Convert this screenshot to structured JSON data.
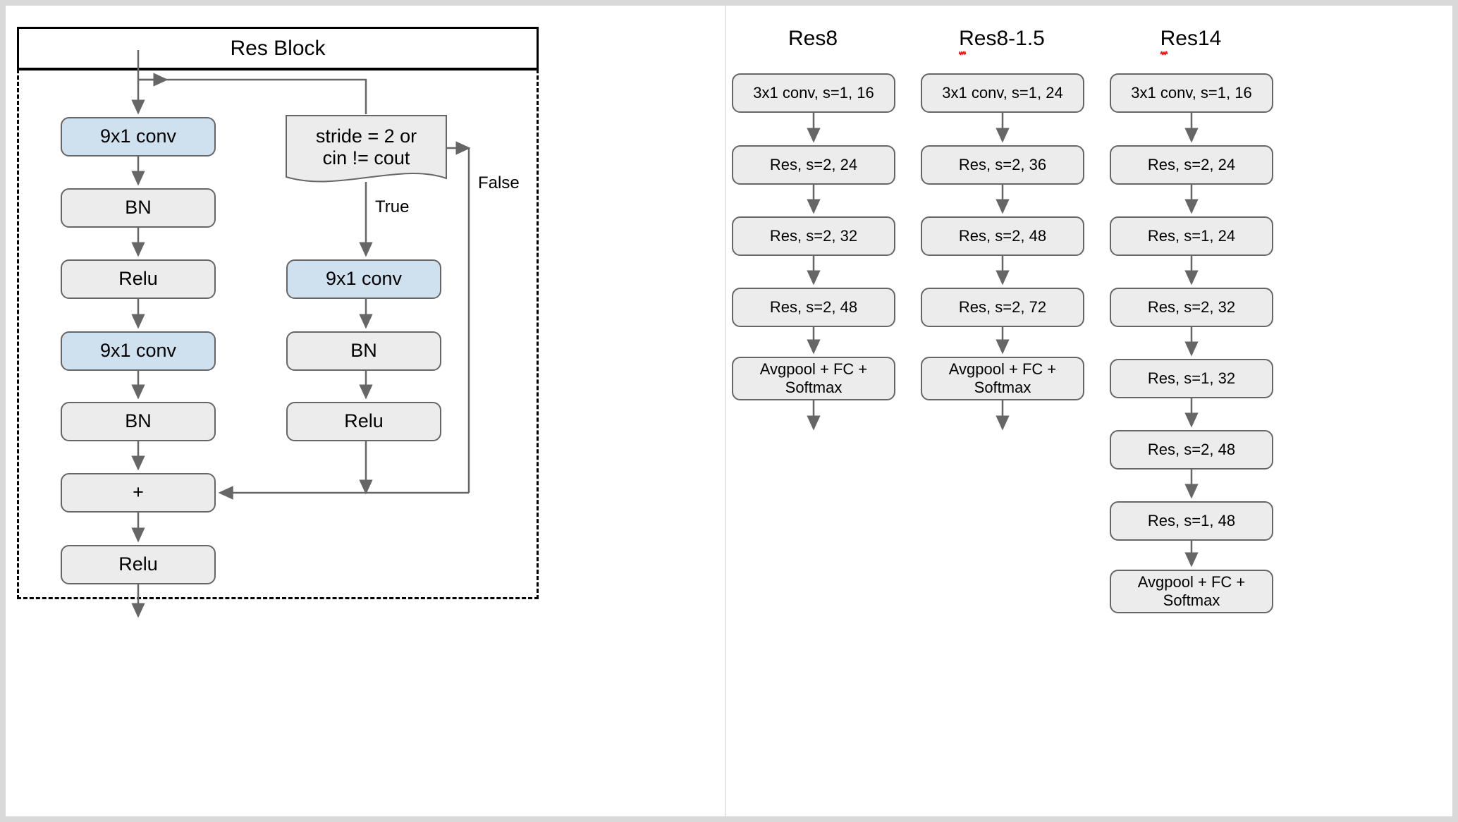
{
  "diagram": {
    "res_block": {
      "title": "Res Block",
      "left_path": [
        {
          "label": "9x1 conv",
          "style": "blue"
        },
        {
          "label": "BN",
          "style": "gray"
        },
        {
          "label": "Relu",
          "style": "gray"
        },
        {
          "label": "9x1 conv",
          "style": "blue"
        },
        {
          "label": "BN",
          "style": "gray"
        },
        {
          "label": "+",
          "style": "gray"
        },
        {
          "label": "Relu",
          "style": "gray"
        }
      ],
      "decision": {
        "line1": "stride = 2 or",
        "line2": "cin != cout"
      },
      "branch_labels": {
        "true": "True",
        "false": "False"
      },
      "right_path": [
        {
          "label": "9x1 conv",
          "style": "blue"
        },
        {
          "label": "BN",
          "style": "gray"
        },
        {
          "label": "Relu",
          "style": "gray"
        }
      ]
    },
    "columns": [
      {
        "title": "Res8",
        "spellcheck": false,
        "stages": [
          "3x1 conv, s=1, 16",
          "Res, s=2, 24",
          "Res, s=2, 32",
          "Res, s=2, 48",
          "Avgpool + FC +\nSoftmax"
        ]
      },
      {
        "title": "Res8-1.5",
        "spellcheck": true,
        "stages": [
          "3x1 conv, s=1, 24",
          "Res, s=2, 36",
          "Res, s=2, 48",
          "Res, s=2, 72",
          "Avgpool + FC +\nSoftmax"
        ]
      },
      {
        "title": "Res14",
        "spellcheck": true,
        "stages": [
          "3x1 conv, s=1, 16",
          "Res, s=2, 24",
          "Res, s=1, 24",
          "Res, s=2, 32",
          "Res, s=1, 32",
          "Res, s=2, 48",
          "Res, s=1, 48",
          "Avgpool + FC +\nSoftmax"
        ]
      }
    ],
    "colors": {
      "conv_highlight": "#cfe0ef",
      "node_fill": "#ececec",
      "node_border": "#666666",
      "edge": "#666666",
      "frame": "#000000",
      "page_bg": "#ffffff",
      "outer_bg": "#d9d9d9",
      "spellcheck_underline": "#ff0000"
    }
  }
}
